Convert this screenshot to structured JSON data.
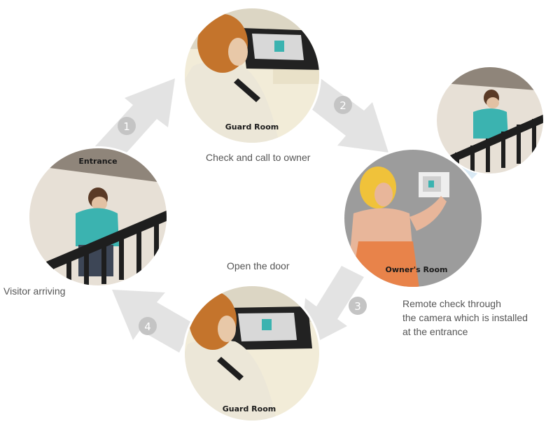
{
  "nodes": {
    "guard_room_top": {
      "label": "Guard Room"
    },
    "entrance": {
      "label": "Entrance"
    },
    "owners_room": {
      "label": "Owner's Room"
    },
    "guard_room_bottom": {
      "label": "Guard Room"
    }
  },
  "steps": [
    "1",
    "2",
    "3",
    "4"
  ],
  "captions": {
    "check_call": "Check and call to owner",
    "open_door": "Open the door",
    "visitor_arriving": "Visitor arriving",
    "remote_check_line1": "Remote check through",
    "remote_check_line2": "the camera which is installed",
    "remote_check_line3": "at the entrance"
  },
  "colors": {
    "arrow": "#e3e3e3",
    "step_badge": "#c4c4c4",
    "circle_border": "#ffffff",
    "caption_text": "#555555",
    "visitor_shirt": "#3bb3b0",
    "owner_dress": "#e8834a",
    "owner_hair": "#f0c23a",
    "guard_hair": "#c4742c"
  },
  "icons": {
    "guard": "guard-with-intercom-illustration",
    "visitor": "visitor-at-gate-illustration",
    "owner": "owner-with-monitor-illustration"
  }
}
